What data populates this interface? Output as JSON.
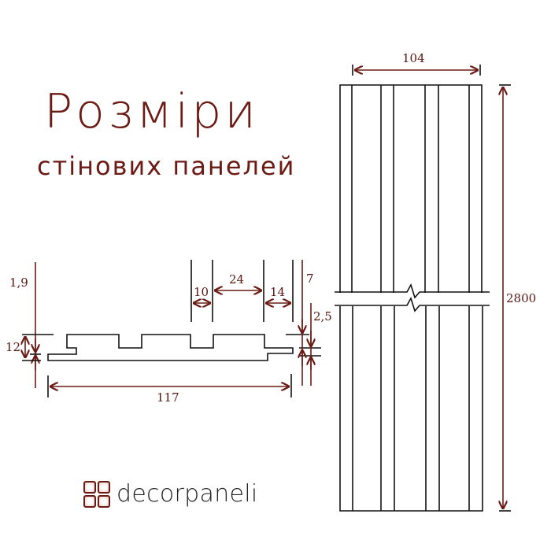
{
  "header": {
    "title": "Розміри",
    "subtitle": "стінових панелей"
  },
  "colors": {
    "accent": "#6b1a14",
    "dimension_line": "#6b1a14",
    "outline": "#111111",
    "background": "#ffffff"
  },
  "profile_dimensions": {
    "tongue_thickness": "1,9",
    "total_thickness": "12",
    "groove_width_1": "10",
    "spacing": "24",
    "groove_width_2": "14",
    "groove_depth": "7",
    "lip_thickness": "2,5",
    "total_width": "117"
  },
  "panel_dimensions": {
    "width": "104",
    "length": "2800"
  },
  "brand": {
    "name": "decorpaneli",
    "icon": "four-squares-logo-icon"
  }
}
